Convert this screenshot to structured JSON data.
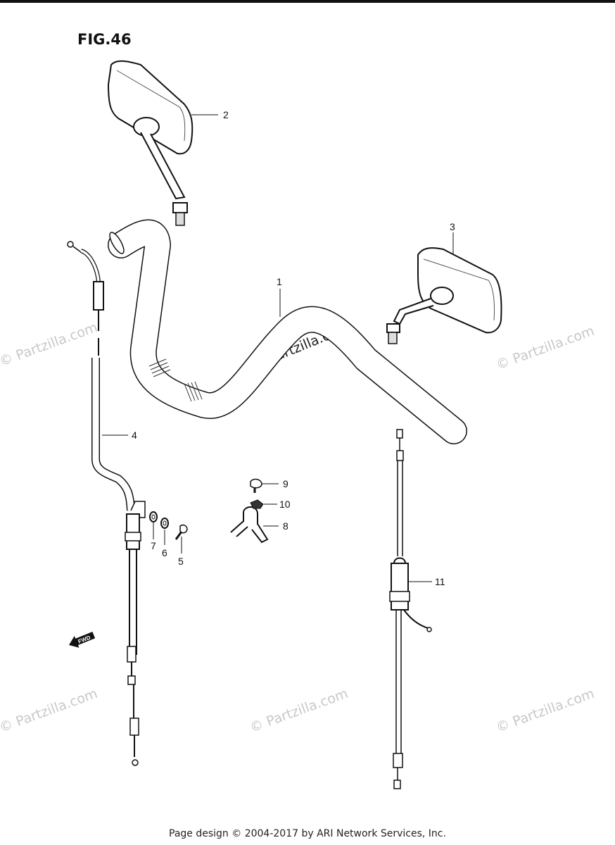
{
  "figure": {
    "title": "FIG.46"
  },
  "callouts": [
    "1",
    "2",
    "3",
    "4",
    "5",
    "6",
    "7",
    "8",
    "9",
    "10",
    "11"
  ],
  "fwd_label": "FWD",
  "watermark": "© Partzilla.com",
  "footer": "Page design © 2004-2017 by ARI Network Services, Inc."
}
